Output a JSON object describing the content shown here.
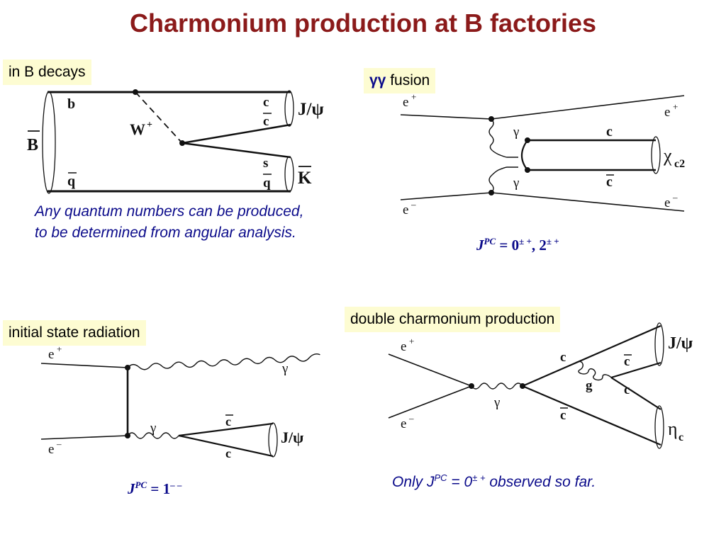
{
  "title": "Charmonium production at B factories",
  "boxes": {
    "b_decays": "in B decays",
    "gg_fusion_sym": "γγ",
    "gg_fusion_word": " fusion",
    "isr": "initial state radiation",
    "double": "double charmonium production"
  },
  "notes": {
    "any_line1": "Any quantum numbers can be produced,",
    "any_line2": "to be determined from angular analysis.",
    "only_pre": "Only J",
    "only_sup1": "PC",
    "only_mid": " = 0",
    "only_sup2": "± +",
    "only_post": " observed so far."
  },
  "jpc": {
    "gg_pre": "J",
    "gg_sup": "PC",
    "gg_mid1": " = 0",
    "gg_sup2": "± +",
    "gg_mid2": ", 2",
    "gg_sup3": "± +",
    "isr_pre": "J",
    "isr_sup": "PC",
    "isr_mid": " = 1",
    "isr_sup2": "– –"
  },
  "diagram_b": {
    "b": "b",
    "q": "q",
    "W": "W",
    "Wsup": "+",
    "B": "B",
    "c": "c",
    "cbar": "c",
    "s": "s",
    "qbar": "q",
    "Jpsi": "J/ψ",
    "K": "K"
  },
  "diagram_gg": {
    "ep_in": "e",
    "ep_out": "e",
    "em_in": "e",
    "em_out": "e",
    "plus": "+",
    "minus": "–",
    "gamma1": "γ",
    "gamma2": "γ",
    "c": "c",
    "cbar": "c",
    "chi": "χ",
    "chi_sub": "c2"
  },
  "diagram_isr": {
    "ep": "e",
    "em": "e",
    "plus": "+",
    "minus": "–",
    "gamma_out": "γ",
    "gamma_int": "γ",
    "cbar": "c",
    "c": "c",
    "Jpsi": "J/ψ"
  },
  "diagram_double": {
    "ep": "e",
    "em": "e",
    "plus": "+",
    "minus": "–",
    "gamma": "γ",
    "c1": "c",
    "cbar1": "c",
    "g": "g",
    "cbar2": "c",
    "c2": "c",
    "Jpsi": "J/ψ",
    "eta": "η",
    "eta_sub": "c"
  }
}
